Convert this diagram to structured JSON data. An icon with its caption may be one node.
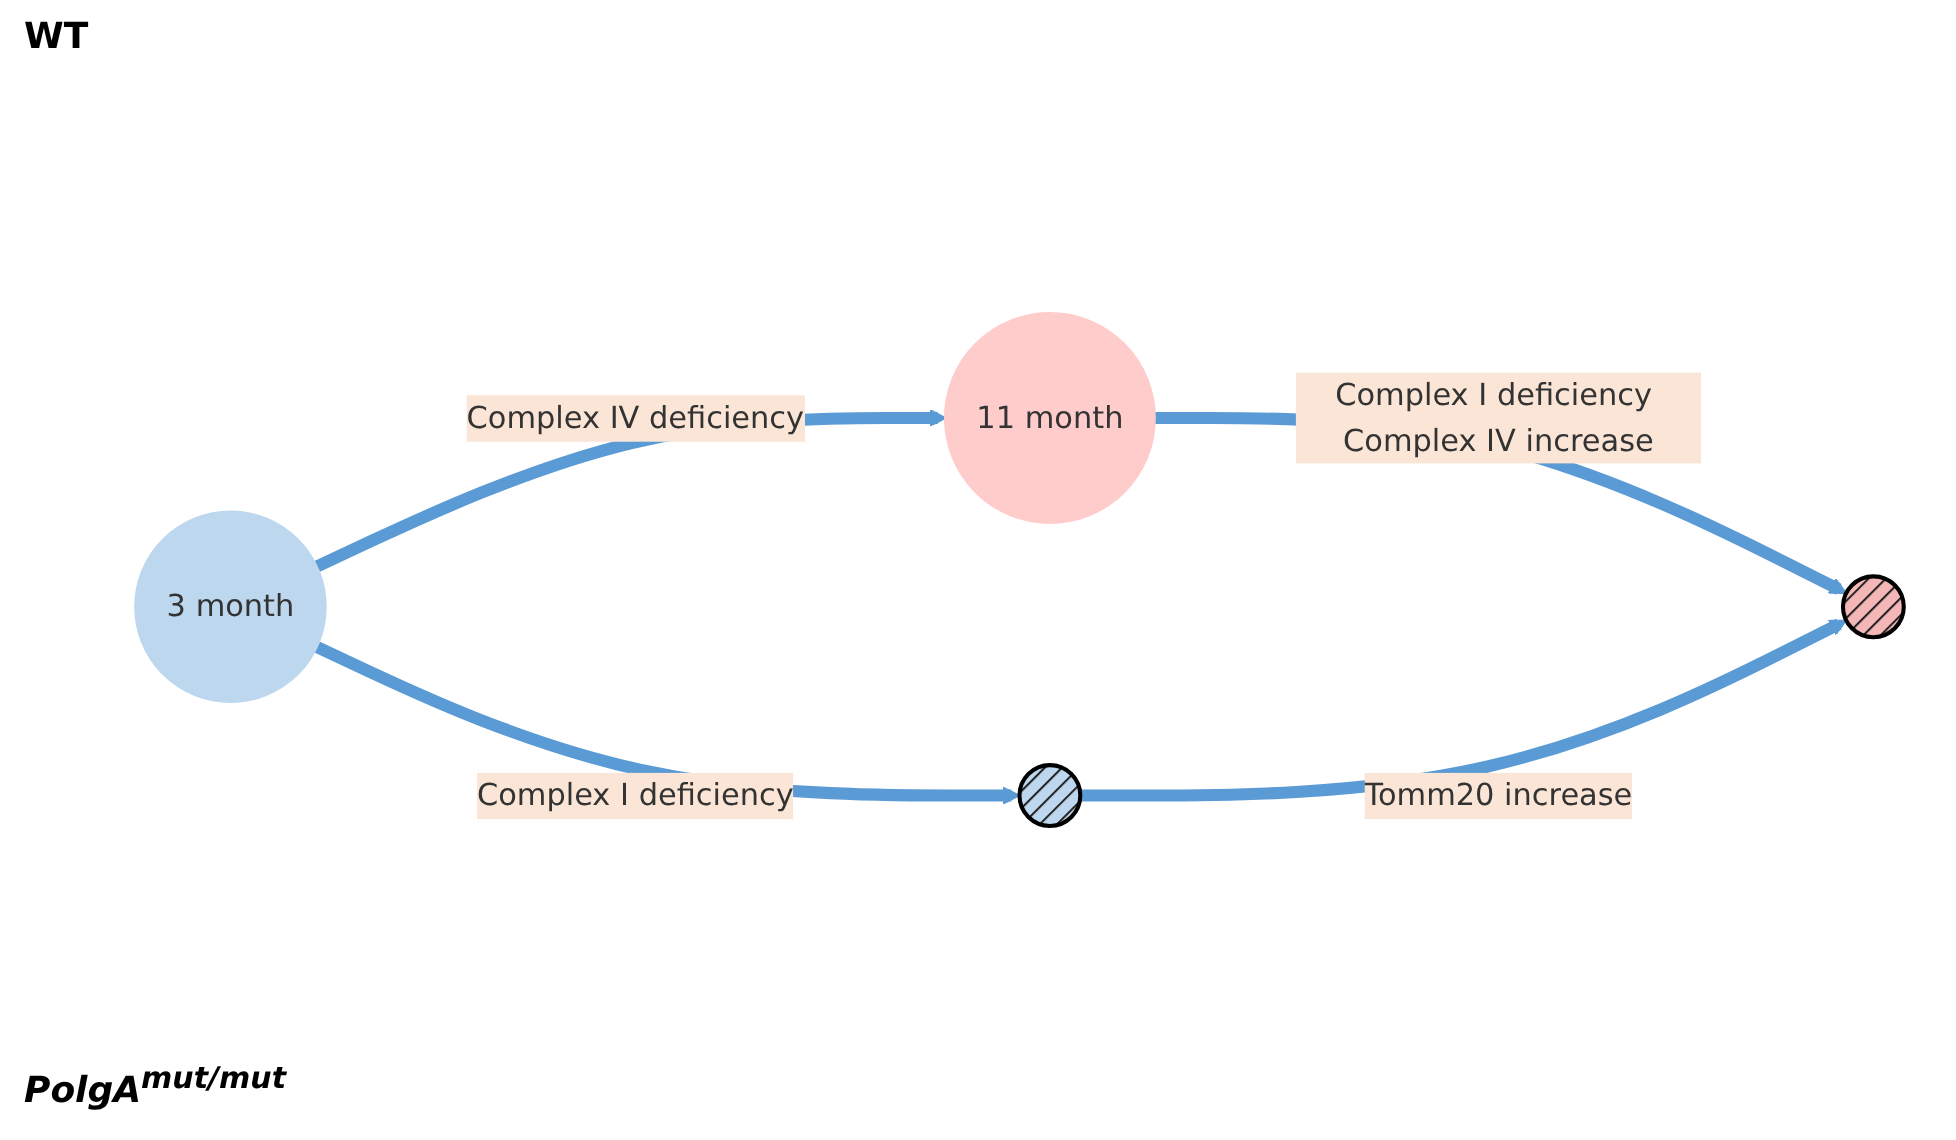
{
  "diagram": {
    "nodes": [
      {
        "text": [
          "3 month"
        ]
      },
      {
        "text": [
          "11 month"
        ]
      },
      {
        "text": [],
        "shape": "circle"
      },
      {
        "text": [],
        "shape": "circle"
      }
    ],
    "edges": [
      {
        "from": 0,
        "to": 1,
        "arrow": "to",
        "label": "Complex IV deficiency"
      },
      {
        "from": 0,
        "to": 2,
        "arrow": "to",
        "label": "Complex I deficiency"
      },
      {
        "from": 1,
        "to": 3,
        "arrow": "to",
        "label": "Complex I deficiency Complex IV increase"
      },
      {
        "from": 2,
        "to": 3,
        "arrow": "to",
        "label": "Tomm20 increase"
      }
    ],
    "labels": [
      "WT",
      "PolgA$^{mut/mut}$"
    ]
  }
}
